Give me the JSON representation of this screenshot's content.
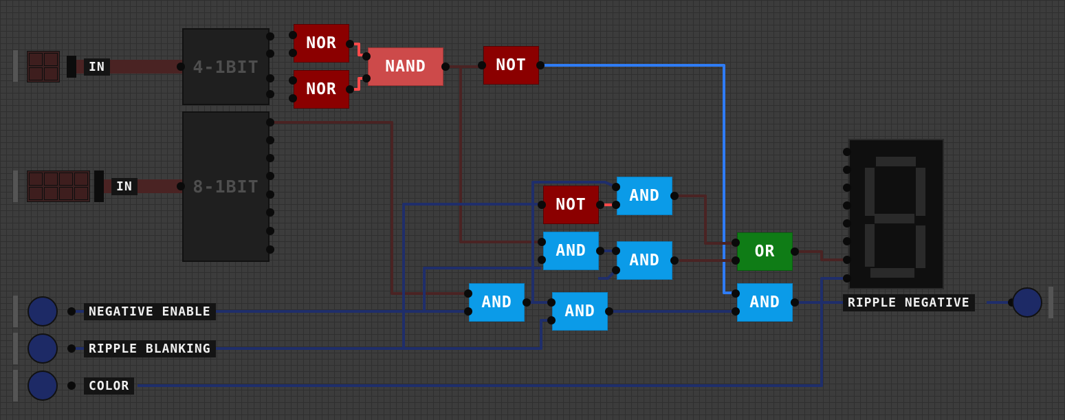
{
  "inputs": {
    "in_4bit_label": "IN",
    "in_8bit_label": "IN",
    "negative_enable": "NEGATIVE ENABLE",
    "ripple_blanking": "RIPPLE BLANKING",
    "color": "COLOR"
  },
  "chips": {
    "demux4": "4-1BIT",
    "demux8": "8-1BIT"
  },
  "gates": {
    "nor_top": "NOR",
    "nor_bottom": "NOR",
    "nand": "NAND",
    "not_top": "NOT",
    "not_mid": "NOT",
    "and_upper": "AND",
    "and_mid_left": "AND",
    "and_mid_right": "AND",
    "and_low_left": "AND",
    "and_low_right": "AND",
    "or": "OR",
    "and_out": "AND"
  },
  "outputs": {
    "ripple_negative": "RIPPLE NEGATIVE"
  },
  "colors": {
    "wire_dark_red": "#4a2323",
    "wire_bright_red": "#ff4a4a",
    "wire_dark_blue": "#1f2e6b",
    "wire_bright_blue": "#2f7cf5",
    "gate_red": "#8b0000",
    "gate_blue": "#0b9be8",
    "gate_green": "#0f7c16",
    "gate_nand": "#cd4a4a"
  }
}
